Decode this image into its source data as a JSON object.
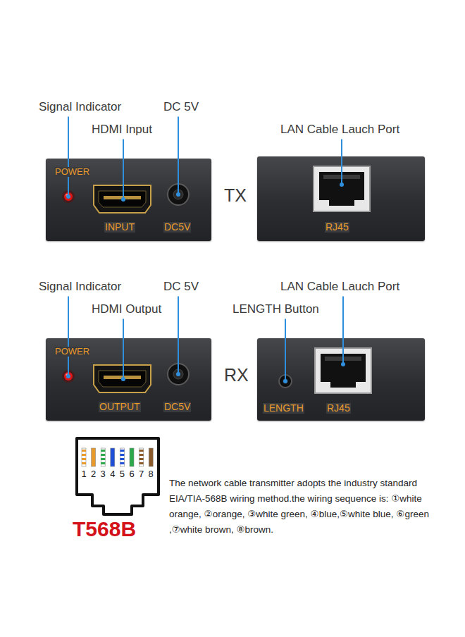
{
  "diagram": {
    "nodes": [
      {
        "text": [
          "POWER",
          "INPUT",
          "DC5V"
        ]
      },
      {
        "text": [
          "RJ45"
        ]
      },
      {
        "text": [
          "POWER",
          "OUTPUT",
          "DC5V"
        ]
      },
      {
        "text": [
          "LENGTH",
          "RJ45"
        ]
      },
      {
        "text": [
          "1",
          "2",
          "3",
          "4",
          "5",
          "6",
          "7",
          "8"
        ]
      }
    ],
    "labels": [
      "Signal Indicator",
      "DC 5V",
      "HDMI Input",
      "LAN Cable Lauch Port",
      "TX",
      "Signal Indicator",
      "DC 5V",
      "HDMI Output",
      "LENGTH Button",
      "LAN Cable Lauch Port",
      "RX",
      "T568B",
      "The network cable transmitter adopts the industry standard EIA/TIA-568B wiring method.the wiring sequence is: ①white orange, ②orange, ③white green, ④blue,⑤white blue, ⑥green ,⑦white brown, ⑧brown."
    ]
  }
}
